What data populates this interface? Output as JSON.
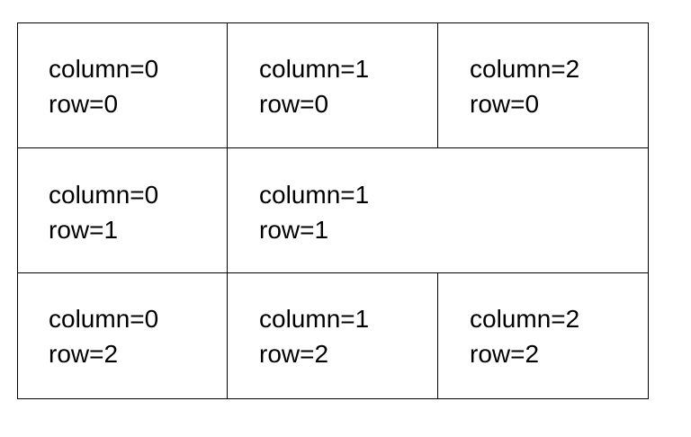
{
  "cells": {
    "r0c0": {
      "col": "column=0",
      "row": "row=0"
    },
    "r0c1": {
      "col": "column=1",
      "row": "row=0"
    },
    "r0c2": {
      "col": "column=2",
      "row": "row=0"
    },
    "r1c0": {
      "col": "column=0",
      "row": "row=1"
    },
    "r1c1": {
      "col": "column=1",
      "row": "row=1"
    },
    "r2c0": {
      "col": "column=0",
      "row": "row=2"
    },
    "r2c1": {
      "col": "column=1",
      "row": "row=2"
    },
    "r2c2": {
      "col": "column=2",
      "row": "row=2"
    }
  }
}
